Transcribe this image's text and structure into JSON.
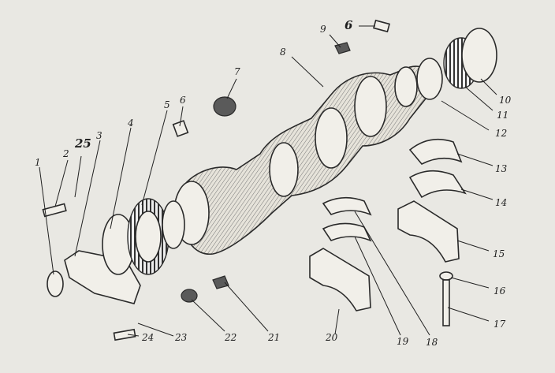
{
  "callouts": [
    "1",
    "2",
    "25",
    "3",
    "4",
    "5",
    "6",
    "7",
    "8",
    "9",
    "6",
    "10",
    "11",
    "12",
    "13",
    "14",
    "15",
    "16",
    "17",
    "18",
    "19",
    "20",
    "21",
    "22",
    "23",
    "24"
  ]
}
